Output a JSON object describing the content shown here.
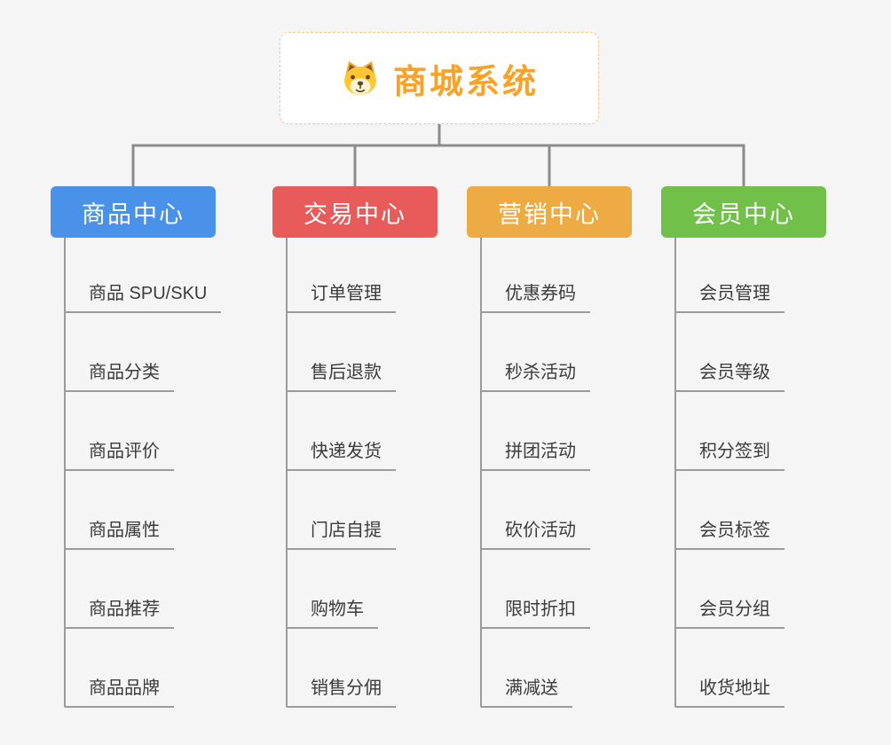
{
  "canvas": {
    "background": "#F5F5F5"
  },
  "root": {
    "label": "商城系统",
    "icon": "dog-face-icon",
    "text_color": "#F9A227",
    "border_color": "#F3C88D",
    "background": "#FFFFFF"
  },
  "colors": {
    "connector": "#8C8C8C",
    "leaf_line": "#9B9B9B",
    "leaf_text": "#3B3B3B"
  },
  "branches": [
    {
      "label": "商品中心",
      "color": "#4A91E9",
      "children": [
        "商品 SPU/SKU",
        "商品分类",
        "商品评价",
        "商品属性",
        "商品推荐",
        "商品品牌"
      ]
    },
    {
      "label": "交易中心",
      "color": "#E85B5B",
      "children": [
        "订单管理",
        "售后退款",
        "快递发货",
        "门店自提",
        "购物车",
        "销售分佣"
      ]
    },
    {
      "label": "营销中心",
      "color": "#EFAB43",
      "children": [
        "优惠券码",
        "秒杀活动",
        "拼团活动",
        "砍价活动",
        "限时折扣",
        "满减送"
      ]
    },
    {
      "label": "会员中心",
      "color": "#70C04A",
      "children": [
        "会员管理",
        "会员等级",
        "积分签到",
        "会员标签",
        "会员分组",
        "收货地址"
      ]
    }
  ]
}
